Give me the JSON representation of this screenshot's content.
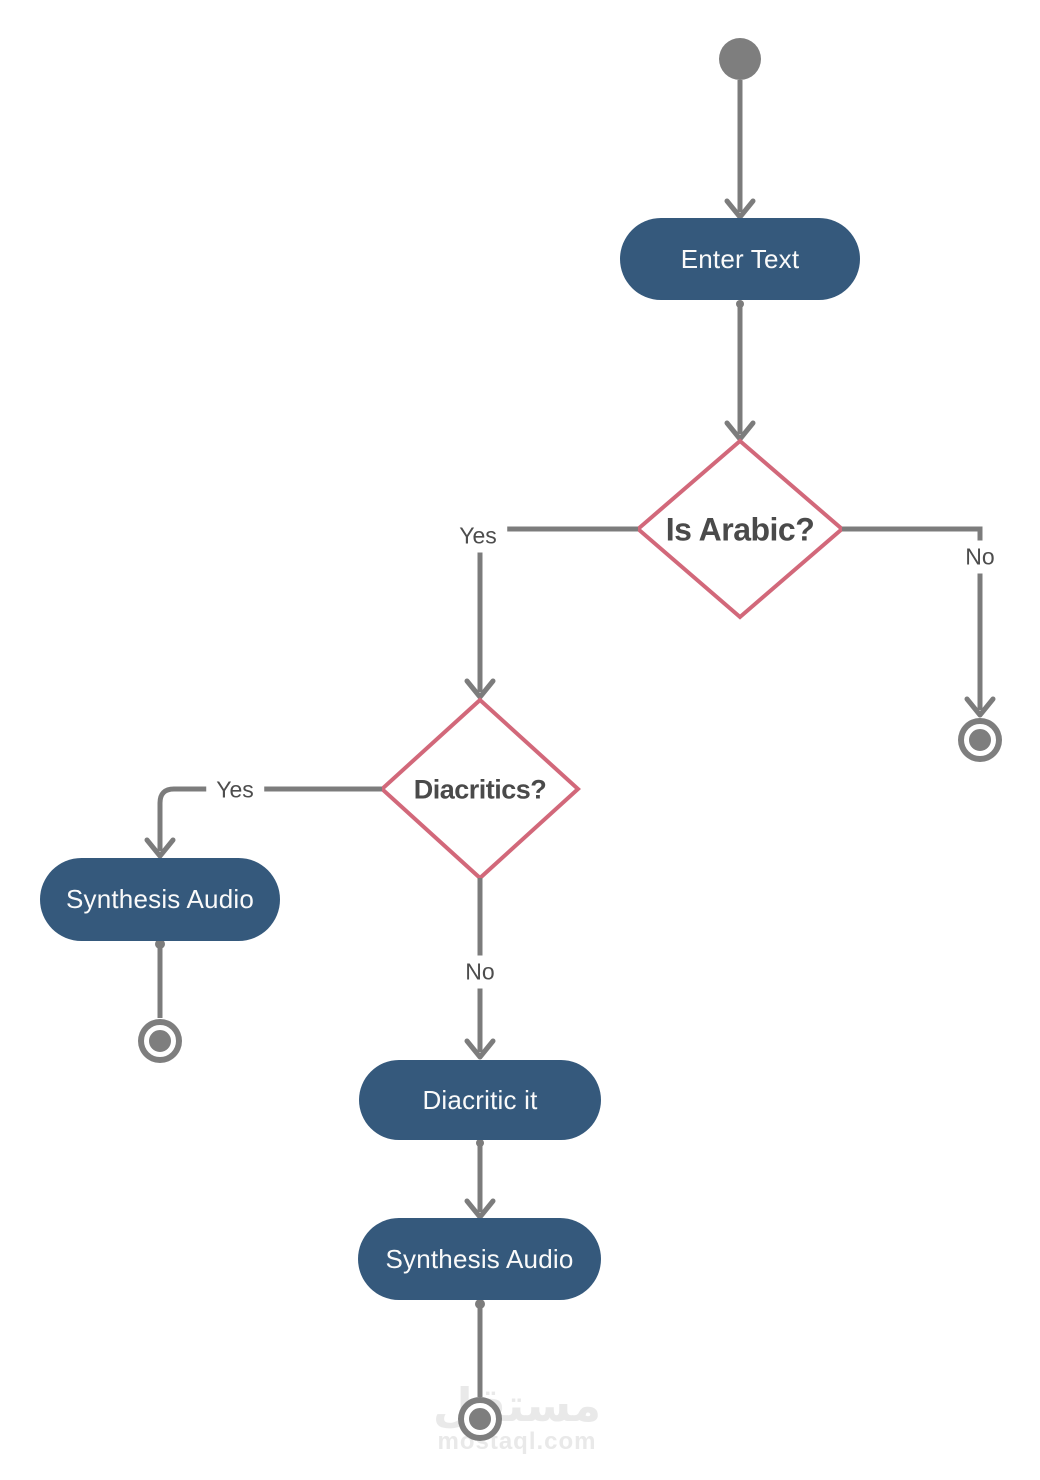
{
  "diagram": {
    "nodes": {
      "enter_text": {
        "type": "activity",
        "label": "Enter Text"
      },
      "is_arabic": {
        "type": "decision",
        "label": "Is Arabic?"
      },
      "diacritics": {
        "type": "decision",
        "label": "Diacritics?"
      },
      "synthesis_audio_left": {
        "type": "activity",
        "label": "Synthesis Audio"
      },
      "diacritic_it": {
        "type": "activity",
        "label": "Diacritic it"
      },
      "synthesis_audio_bottom": {
        "type": "activity",
        "label": "Synthesis Audio"
      }
    },
    "edge_labels": {
      "is_arabic_yes": "Yes",
      "is_arabic_no": "No",
      "diacritics_yes": "Yes",
      "diacritics_no": "No"
    },
    "colors": {
      "activity_fill": "#35597C",
      "activity_text": "#FAFAFA",
      "decision_border": "#D2687A",
      "decision_text": "#4A4A4A",
      "connector": "#7C7C7C",
      "terminal_node": "#7E7E7E",
      "edge_label_text": "#4D4D4D",
      "watermark": "#E9E9E9"
    },
    "watermark": {
      "brand_arabic": "مستقل",
      "domain": "mostaql.com"
    }
  }
}
